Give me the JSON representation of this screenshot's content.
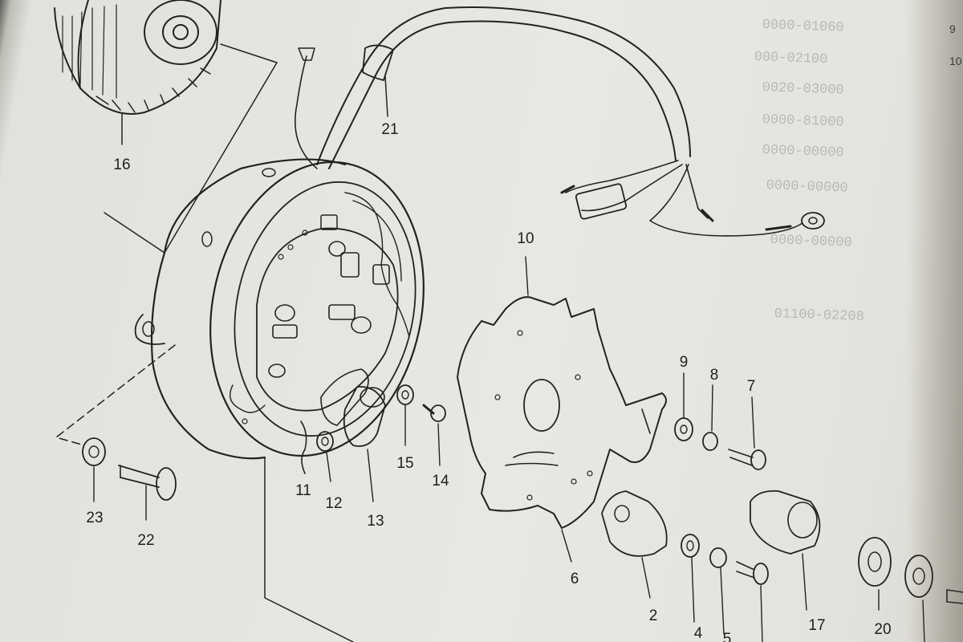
{
  "callouts": [
    "2",
    "4",
    "5",
    "6",
    "7",
    "8",
    "9",
    "10",
    "11",
    "12",
    "13",
    "14",
    "15",
    "16",
    "17",
    "20",
    "21",
    "22",
    "23"
  ],
  "bleed_through_lines": [
    "0000-01060",
    "000-02100",
    "0020-03000",
    "0000-81000",
    "0000-00000",
    "0000-00000",
    "0000-00000",
    "01100-02208"
  ],
  "right_edge_chars": [
    "9",
    "10"
  ],
  "colors": {
    "ink": "#1e1e1e",
    "paper": "#e6e6e1"
  }
}
